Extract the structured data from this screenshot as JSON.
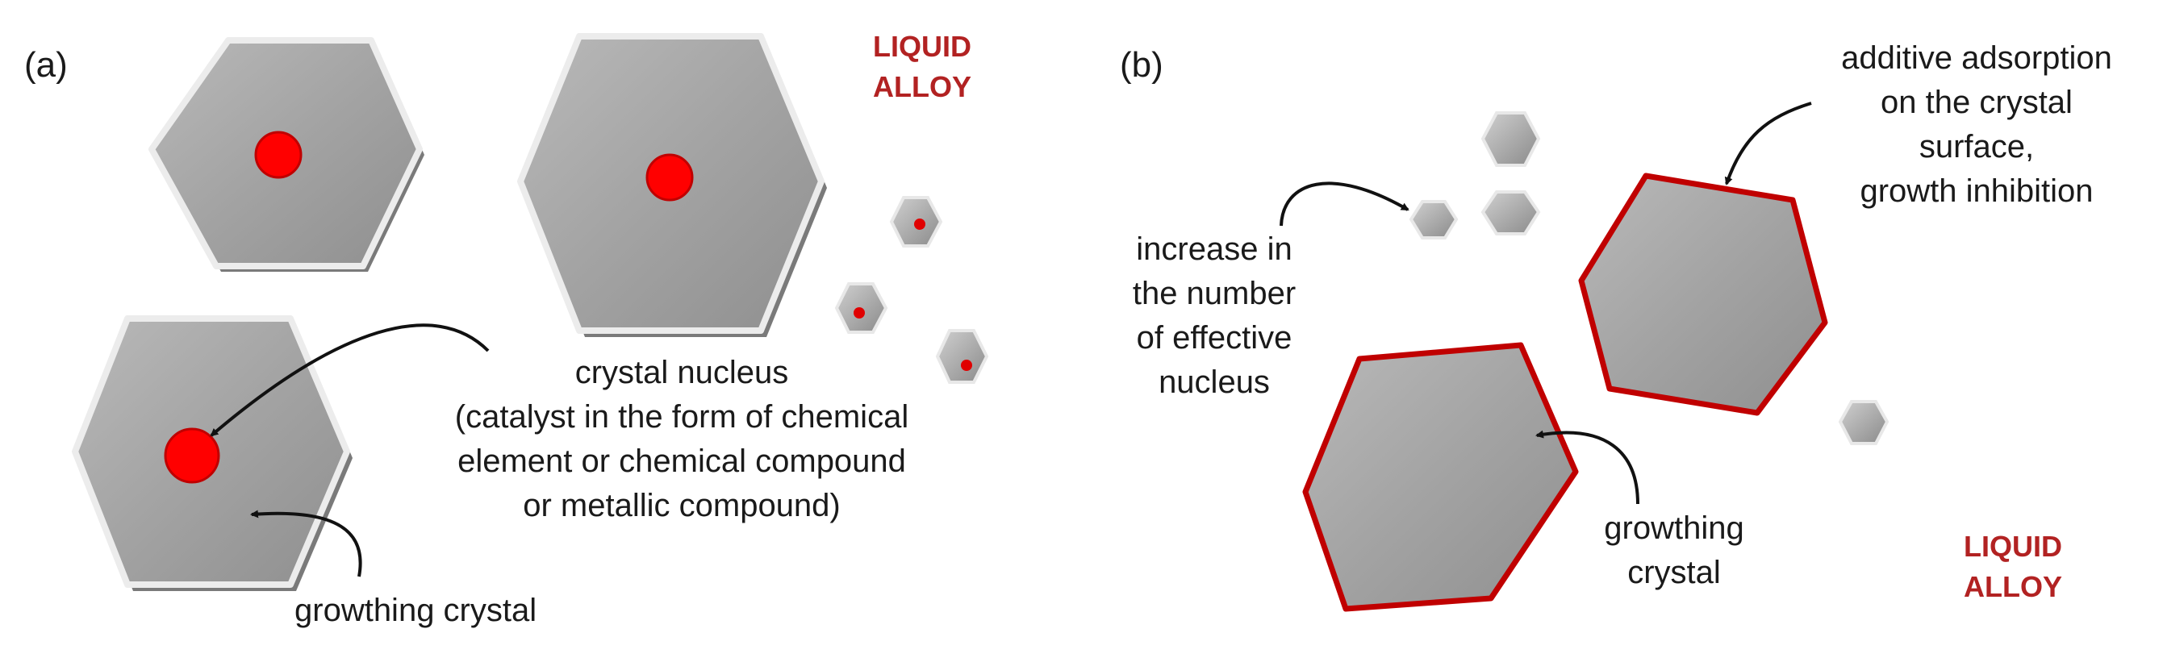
{
  "colors": {
    "crystal_fill": "#a6a6a6",
    "crystal_edge": "#e6e6e6",
    "crystal_shadow": "#6f6f6f",
    "nucleus": "#ff0000",
    "inhibition_border": "#c00000",
    "liquid_alloy_text": "#b22222",
    "text": "#1a1a1a"
  },
  "panel_a": {
    "label": "(a)",
    "liquid_alloy": [
      "LIQUID",
      "ALLOY"
    ],
    "nucleus_label": [
      "crystal nucleus",
      "(catalyst in the form of chemical",
      "element or chemical compound",
      "or metallic compound)"
    ],
    "growing_label": "growthing crystal"
  },
  "panel_b": {
    "label": "(b)",
    "liquid_alloy": [
      "LIQUID",
      "ALLOY"
    ],
    "adsorption_label": [
      "additive adsorption",
      "on the crystal",
      "surface,",
      "growth inhibition"
    ],
    "nucleus_count_label": [
      "increase in",
      "the number",
      "of effective",
      "nucleus"
    ],
    "growing_label": [
      "growthing",
      "crystal"
    ]
  }
}
